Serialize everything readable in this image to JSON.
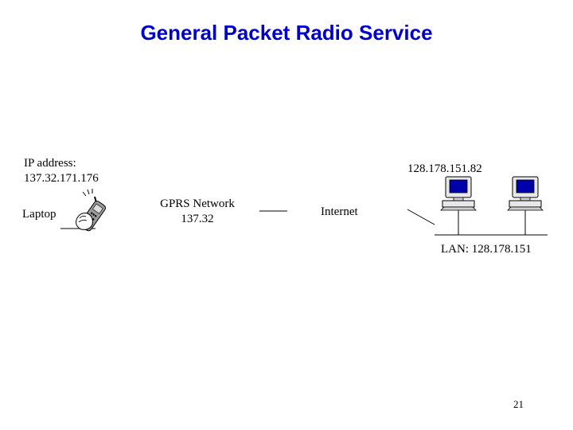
{
  "title": "General Packet Radio Service",
  "ip_label": "IP address:",
  "ip_value": "137.32.171.176",
  "laptop_label": "Laptop",
  "gprs_label": "GPRS Network",
  "gprs_value": "137.32",
  "internet_label": "Internet",
  "server_ip": "128.178.151.82",
  "lan_label": "LAN: 128.178.151",
  "page_number": "21",
  "icons": {
    "phone": "mobile-phone-icon",
    "computer": "desktop-computer-icon"
  },
  "colors": {
    "title": "#0000cc",
    "screen": "#0000aa"
  }
}
